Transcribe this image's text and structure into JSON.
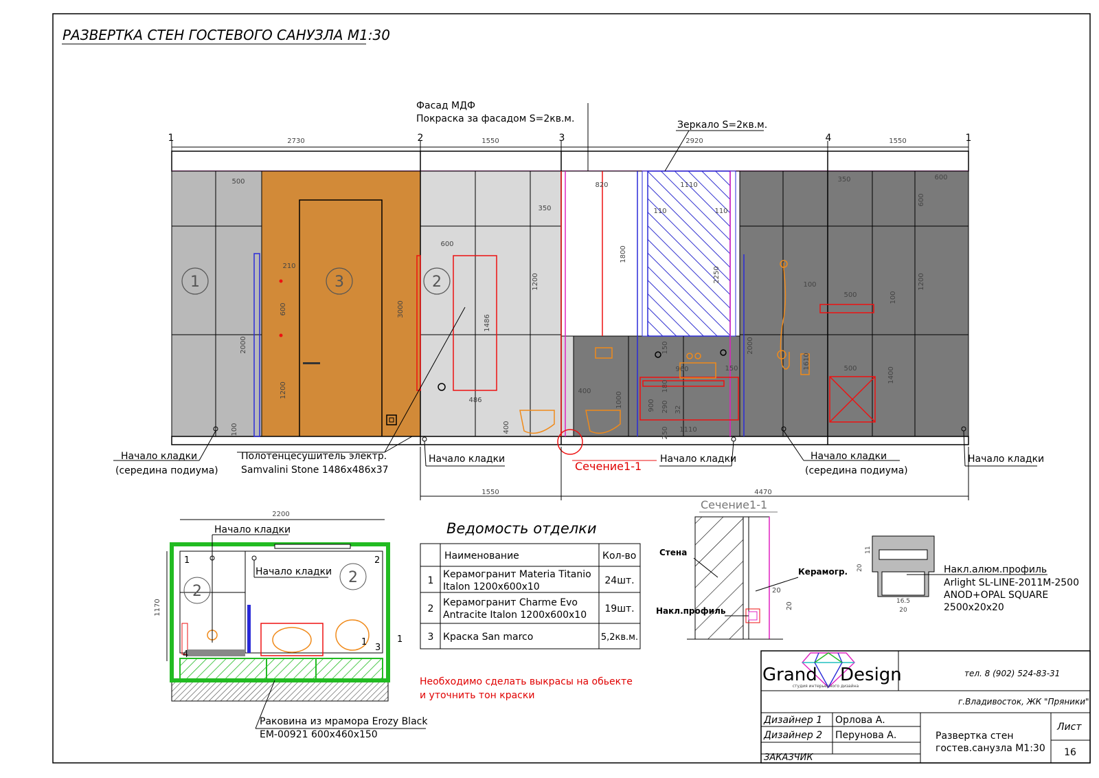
{
  "title": "РАЗВЕРТКА СТЕН ГОСТЕВОГО САНУЗЛА М1:30",
  "axes": [
    "1",
    "2",
    "3",
    "4",
    "1"
  ],
  "top_dims": [
    "2730",
    "1550",
    "2920",
    "1550"
  ],
  "bottom_dims": [
    "1550",
    "4470"
  ],
  "callouts": {
    "facade_line1": "Фасад МДФ",
    "facade_line2": "Покраска за фасадом S=2кв.м.",
    "mirror": "Зеркало S=2кв.м.",
    "section_mark": "Сечение1-1"
  },
  "tile_labels": [
    "1",
    "3",
    "2"
  ],
  "elevation_dims": {
    "d500a": "500",
    "d210": "210",
    "d600v": "600",
    "d1200a": "1200",
    "d2000a": "2000",
    "d100a": "100",
    "d3000": "3000",
    "d350a": "350",
    "d600h": "600",
    "d1200b": "1200",
    "d1486": "1486",
    "d486": "486",
    "d400a": "400",
    "d820": "820",
    "d1800": "1800",
    "d1110a": "1110",
    "d110a": "110",
    "d110b": "110",
    "d2250": "2250",
    "d400b": "400",
    "d1000": "1000",
    "d150a": "150",
    "d960": "960",
    "d180": "180",
    "d900": "900",
    "d290": "290",
    "d32": "32",
    "d250": "250",
    "d1110b": "1110",
    "d150b": "150",
    "d2000b": "2000",
    "d100b": "100",
    "d1610": "1610",
    "d350b": "350",
    "d500b": "500",
    "d100c": "100",
    "d500c": "500",
    "d1400": "1400",
    "d600c": "600",
    "d600d": "600",
    "d1200c": "1200"
  },
  "notes": {
    "start1_a": "Начало кладки",
    "start1_b": "(середина подиума)",
    "towel_a": "Полотенцесушитель электр.",
    "towel_b": "Samvalini Stone 1486х486х37",
    "start2": "Начало кладки",
    "start3": "Начало кладки",
    "start4_a": "Начало кладки",
    "start4_b": "(середина подиума)",
    "start5": "Начало кладки"
  },
  "plan": {
    "width_dim": "2200",
    "height_dim": "1170",
    "start_a": "Начало кладки",
    "start_b": "Начало кладки",
    "tile_a": "2",
    "tile_b": "2",
    "corner_1": "1",
    "corner_2": "2",
    "corner_3": "3",
    "corner_4": "4",
    "marker_1": "1",
    "marker_2": "1",
    "sink_a": "Раковина из мрамора Erozy Black",
    "sink_b": "EM-00921 600х460х150"
  },
  "schedule": {
    "title": "Ведомость отделки",
    "header_name": "Наименование",
    "header_qty": "Кол-во",
    "rows": [
      {
        "n": "1",
        "line1": "Керамогранит Materia Titanio",
        "line2": "Italon 1200х600х10",
        "qty": "24шт."
      },
      {
        "n": "2",
        "line1": "Керамогранит Charme Evo",
        "line2": "Antracite Italon 1200х600х10",
        "qty": "19шт."
      },
      {
        "n": "3",
        "line1": "Краска San marco",
        "line2": "",
        "qty": "5,2кв.м."
      }
    ],
    "note_line1": "Необходимо сделать выкрасы на обьекте",
    "note_line2": "и уточнить тон краски"
  },
  "section": {
    "title": "Сечение1-1",
    "wall": "Стена",
    "tile": "Керамогр.",
    "profile": "Накл.профиль",
    "dim_a": "20",
    "dim_b": "20"
  },
  "profile_detail": {
    "dim_h": "20",
    "dim_h2": "11",
    "dim_w": "16.5",
    "dim_w2": "20",
    "line1": "Накл.алюм.профиль",
    "line2": "Arlight SL-LINE-2011M-2500",
    "line3": "ANOD+OPAL SQUARE",
    "line4": "2500х20х20"
  },
  "title_block": {
    "brand_a": "Grand",
    "brand_b": "Design",
    "tagline": "студия интерьерного дизайна",
    "phone": "тел. 8 (902) 524-83-31",
    "address": "г.Владивосток, ЖК \"Пряники\"",
    "role1": "Дизайнер 1",
    "name1": "Орлова А.",
    "role2": "Дизайнер 2",
    "name2": "Перунова А.",
    "client": "ЗАКАЗЧИК",
    "sheet_title1": "Развертка стен",
    "sheet_title2": "гостев.санузла М1:30",
    "sheet_label": "Лист",
    "sheet_no": "16"
  },
  "colors": {
    "tile_light": "#b9b9b9",
    "tile_pale": "#d9d9d9",
    "tile_dark": "#7a7a7a",
    "door": "#d28a38",
    "red": "#ee1111",
    "blue": "#2a2ad8",
    "magenta": "#e020c0",
    "orange": "#f08a1a",
    "green": "#22bb22"
  }
}
